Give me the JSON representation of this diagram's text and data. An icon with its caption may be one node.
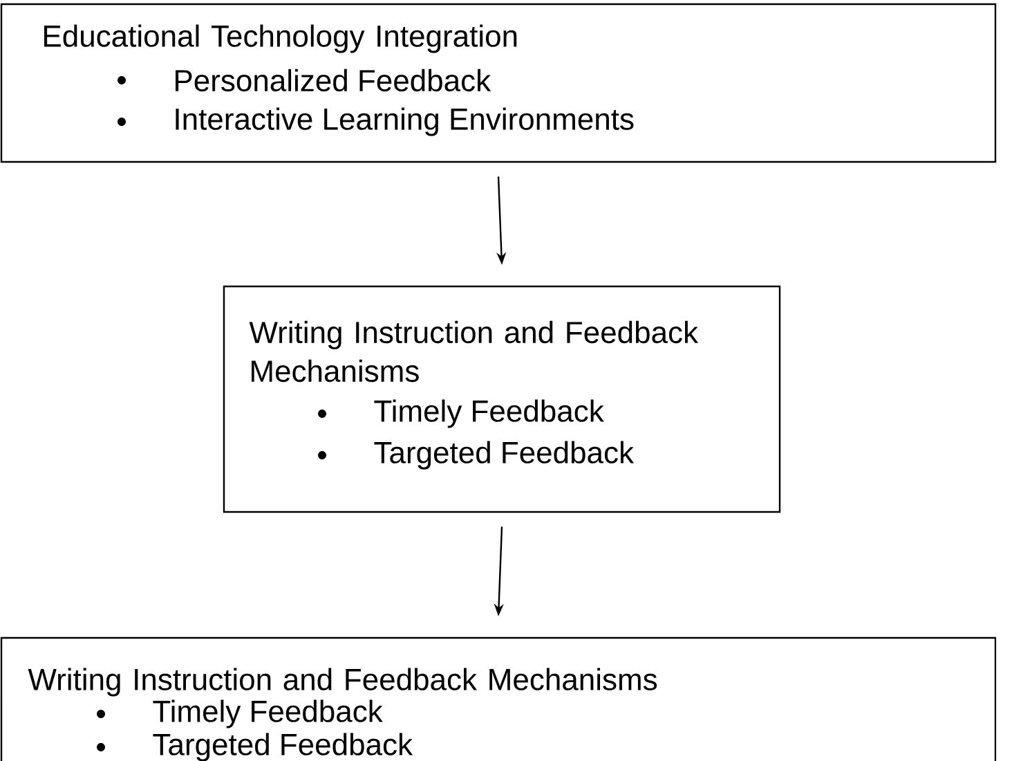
{
  "diagram": {
    "nodes": [
      {
        "text": [
          "Educational Technology Integration",
          "Personalized Feedback",
          "Interactive Learning Environments"
        ]
      },
      {
        "text": [
          "Writing Instruction and Feedback Mechanisms",
          "Timely Feedback",
          "Targeted Feedback"
        ]
      },
      {
        "text": [
          "Writing Instruction and Feedback Mechanisms",
          "Timely Feedback",
          "Targeted Feedback"
        ]
      }
    ],
    "edges": [
      {
        "from": 0,
        "to": 1,
        "arrow": "to"
      },
      {
        "from": 1,
        "to": 2,
        "arrow": "to"
      }
    ]
  }
}
